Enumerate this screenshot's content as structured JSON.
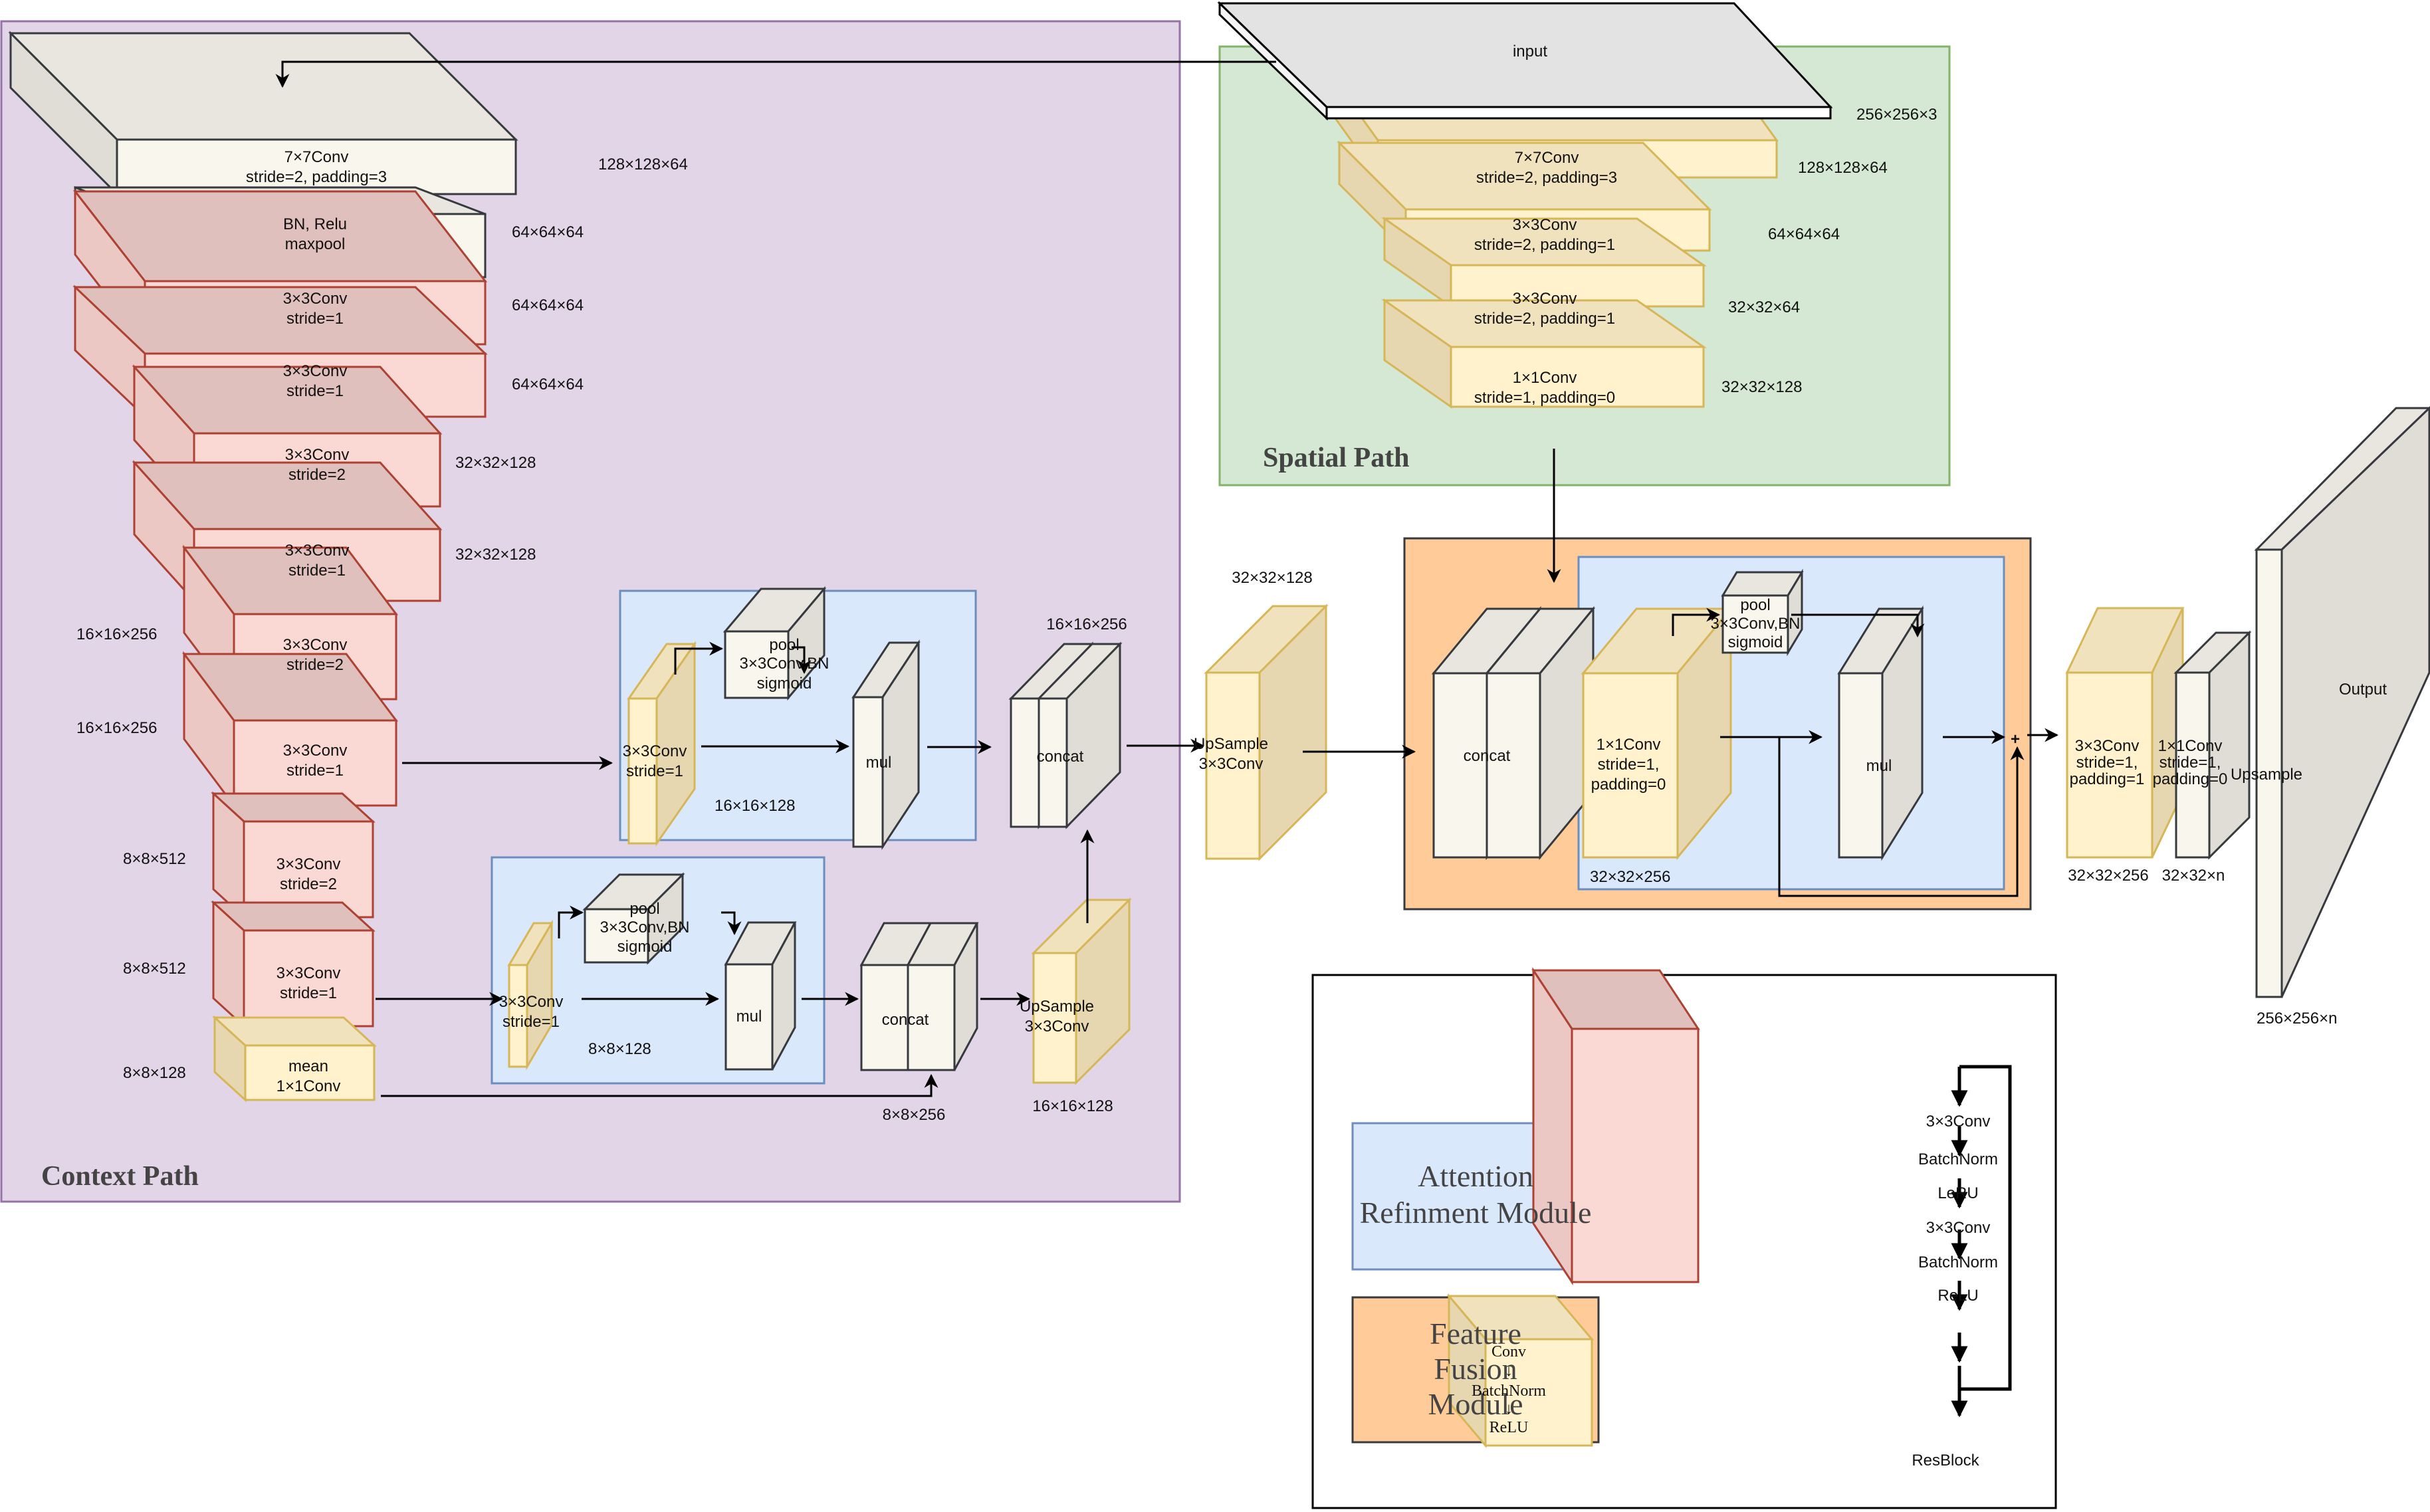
{
  "colors": {
    "context_bg": "#e1d5e7",
    "context_border": "#9673a6",
    "spatial_bg": "#d5e8d4",
    "spatial_border": "#82b366",
    "arm_bg": "#dae8fc",
    "arm_border": "#6c8ebf",
    "ffm_bg": "#ffcc99",
    "ffm_border": "#36393d",
    "red_front": "#fad9d5",
    "red_side": "#ecc8c5",
    "red_top": "#e0c0bc",
    "red_border": "#ae4132",
    "yellow_front": "#fff2cc",
    "yellow_side": "#e6d7b0",
    "yellow_top": "#f0e2bd",
    "yellow_border": "#d6b656",
    "gray_front": "#f9f7ed",
    "gray_side": "#dfddd5",
    "gray_top": "#e8e6df",
    "gray_border": "#36393d",
    "input_top": "#e3e3e3",
    "input_front": "#ffffff"
  },
  "sections": {
    "context_path": "Context Path",
    "spatial_path": "Spatial Path"
  },
  "context_path": {
    "blocks": [
      {
        "id": "cp-7x7conv",
        "line1": "7×7Conv",
        "line2": "stride=2, padding=3",
        "dim": "128×128×64"
      },
      {
        "id": "cp-bn-relu",
        "line1": "BN, Relu",
        "line2": "maxpool",
        "dim": "64×64×64"
      },
      {
        "id": "cp-conv1",
        "line1": "3×3Conv",
        "line2": "stride=1",
        "dim": "64×64×64"
      },
      {
        "id": "cp-conv2",
        "line1": "3×3Conv",
        "line2": "stride=1",
        "dim": "64×64×64"
      },
      {
        "id": "cp-conv3",
        "line1": "3×3Conv",
        "line2": "stride=2",
        "dim": "32×32×128"
      },
      {
        "id": "cp-conv4",
        "line1": "3×3Conv",
        "line2": "stride=1",
        "dim": "32×32×128"
      },
      {
        "id": "cp-conv5",
        "line1": "3×3Conv",
        "line2": "stride=2",
        "dim": "16×16×256"
      },
      {
        "id": "cp-conv6",
        "line1": "3×3Conv",
        "line2": "stride=1",
        "dim": "16×16×256"
      },
      {
        "id": "cp-conv7",
        "line1": "3×3Conv",
        "line2": "stride=2",
        "dim": "8×8×512"
      },
      {
        "id": "cp-conv8",
        "line1": "3×3Conv",
        "line2": "stride=1",
        "dim": "8×8×512"
      },
      {
        "id": "cp-mean",
        "line1": "mean",
        "line2": "1×1Conv",
        "dim": "8×8×128"
      }
    ],
    "arm16": {
      "conv_line1": "3×3Conv",
      "conv_line2": "stride=1",
      "dim": "16×16×128",
      "pool_line1": "pool",
      "pool_line2": "3×3Conv,BN",
      "pool_line3": "sigmoid",
      "mul": "mul"
    },
    "arm8": {
      "conv_line1": "3×3Conv",
      "conv_line2": "stride=1",
      "dim": "8×8×128",
      "pool_line1": "pool",
      "pool_line2": "3×3Conv,BN",
      "pool_line3": "sigmoid",
      "mul": "mul"
    },
    "concat16": {
      "label": "concat",
      "dim": "16×16×256"
    },
    "concat8": {
      "label": "concat",
      "dim": "8×8×256"
    },
    "upsample16": {
      "line1": "UpSample",
      "line2": "3×3Conv",
      "dim": "16×16×128"
    },
    "upsample32": {
      "line1": "UpSample",
      "line2": "3×3Conv",
      "dim": "32×32×128"
    }
  },
  "spatial_path": {
    "input": {
      "label": "input",
      "dim": "256×256×3"
    },
    "blocks": [
      {
        "line1": "7×7Conv",
        "line2": "stride=2, padding=3",
        "dim": "128×128×64"
      },
      {
        "line1": "3×3Conv",
        "line2": "stride=2, padding=1",
        "dim": "64×64×64"
      },
      {
        "line1": "3×3Conv",
        "line2": "stride=2, padding=1",
        "dim": "32×32×64"
      },
      {
        "line1": "1×1Conv",
        "line2": "stride=1, padding=0",
        "dim": "32×32×128"
      }
    ]
  },
  "ffm": {
    "concat": "concat",
    "conv_line1": "1×1Conv",
    "conv_line2": "stride=1,",
    "conv_line3": "padding=0",
    "pool_line1": "pool",
    "pool_line2": "3×3Conv,BN",
    "pool_line3": "sigmoid",
    "mul": "mul",
    "dim": "32×32×256",
    "plus": "+"
  },
  "head": {
    "conv3": {
      "line1": "3×3Conv",
      "line2": "stride=1,",
      "line3": "padding=1",
      "dim": "32×32×256"
    },
    "conv1": {
      "line1": "1×1Conv",
      "line2": "stride=1,",
      "line3": "padding=0",
      "dim": "32×32×n"
    },
    "upsample": "Upsample",
    "output": {
      "label": "Output",
      "dim": "256×256×n"
    }
  },
  "legend": {
    "arm": {
      "line1": "Attention",
      "line2": "Refinment Module"
    },
    "ffm": {
      "line1": "Feature",
      "line2": "Fusion",
      "line3": "Module"
    },
    "cbr": {
      "line1": "Conv",
      "arrow": "↓",
      "line2": "BatchNorm",
      "line3": "ReLU"
    },
    "resblock": {
      "steps": [
        "3×3Conv",
        "BatchNorm",
        "LeRU",
        "3×3Conv",
        "BatchNorm",
        "ReLU"
      ],
      "caption": "ResBlock"
    }
  }
}
